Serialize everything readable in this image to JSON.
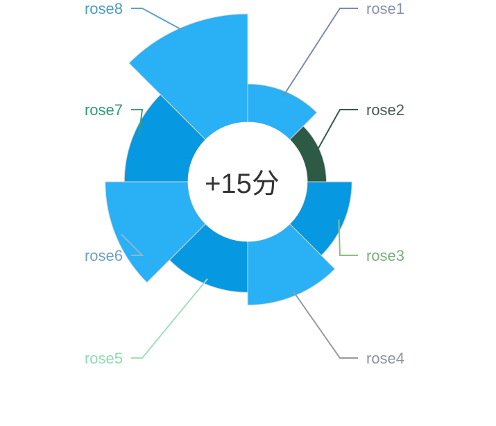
{
  "chart_data": {
    "type": "pie",
    "variant": "nightingale-rose",
    "center_label": "+15分",
    "slices": [
      {
        "name": "rose1",
        "value": 60,
        "slice_color": "#29b0f5",
        "label_color": "#8a8fb0",
        "line_color": "#7f89b6"
      },
      {
        "name": "rose2",
        "value": 30,
        "slice_color": "#2d5a45",
        "label_color": "#4a5a50",
        "line_color": "#2e5b46"
      },
      {
        "name": "rose3",
        "value": 70,
        "slice_color": "#0698e0",
        "label_color": "#7aaf7a",
        "line_color": "#8ebe82"
      },
      {
        "name": "rose4",
        "value": 100,
        "slice_color": "#29b0f5",
        "label_color": "#8f949a",
        "line_color": "#9a9a9a"
      },
      {
        "name": "rose5",
        "value": 80,
        "slice_color": "#0698e0",
        "label_color": "#8fdcb0",
        "line_color": "#9ee0bd"
      },
      {
        "name": "rose6",
        "value": 130,
        "slice_color": "#29b0f5",
        "label_color": "#6f9fc0",
        "line_color": "#8db6d4"
      },
      {
        "name": "rose7",
        "value": 100,
        "slice_color": "#0698e0",
        "label_color": "#2f9a78",
        "line_color": "#3e9c7e"
      },
      {
        "name": "rose8",
        "value": 170,
        "slice_color": "#29b0f5",
        "label_color": "#4a9cc0",
        "line_color": "#5aa6c6"
      }
    ],
    "legend": "none"
  }
}
